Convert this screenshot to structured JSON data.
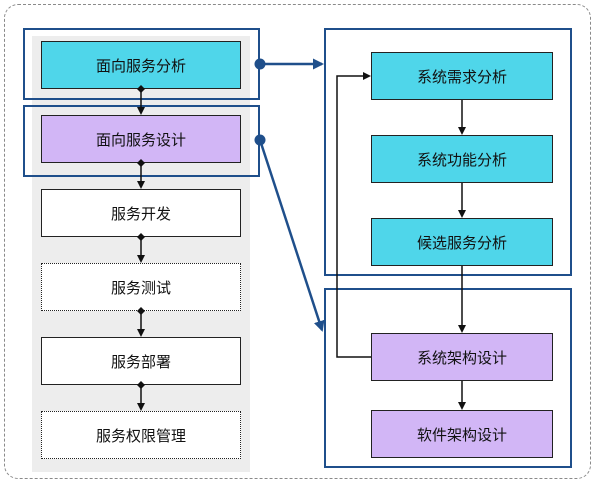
{
  "left_column": {
    "service_analysis": "面向服务分析",
    "service_design": "面向服务设计",
    "service_development": "服务开发",
    "service_testing": "服务测试",
    "service_deployment": "服务部署",
    "service_permission_mgmt": "服务权限管理"
  },
  "right_column": {
    "system_requirements_analysis": "系统需求分析",
    "system_function_analysis": "系统功能分析",
    "candidate_service_analysis": "候选服务分析",
    "system_architecture_design": "系统架构设计",
    "software_architecture_design": "软件架构设计"
  },
  "colors": {
    "group_border": "#1f4f8b",
    "cyan_fill": "#4fd6ea",
    "purple_fill": "#d2b6f6"
  }
}
